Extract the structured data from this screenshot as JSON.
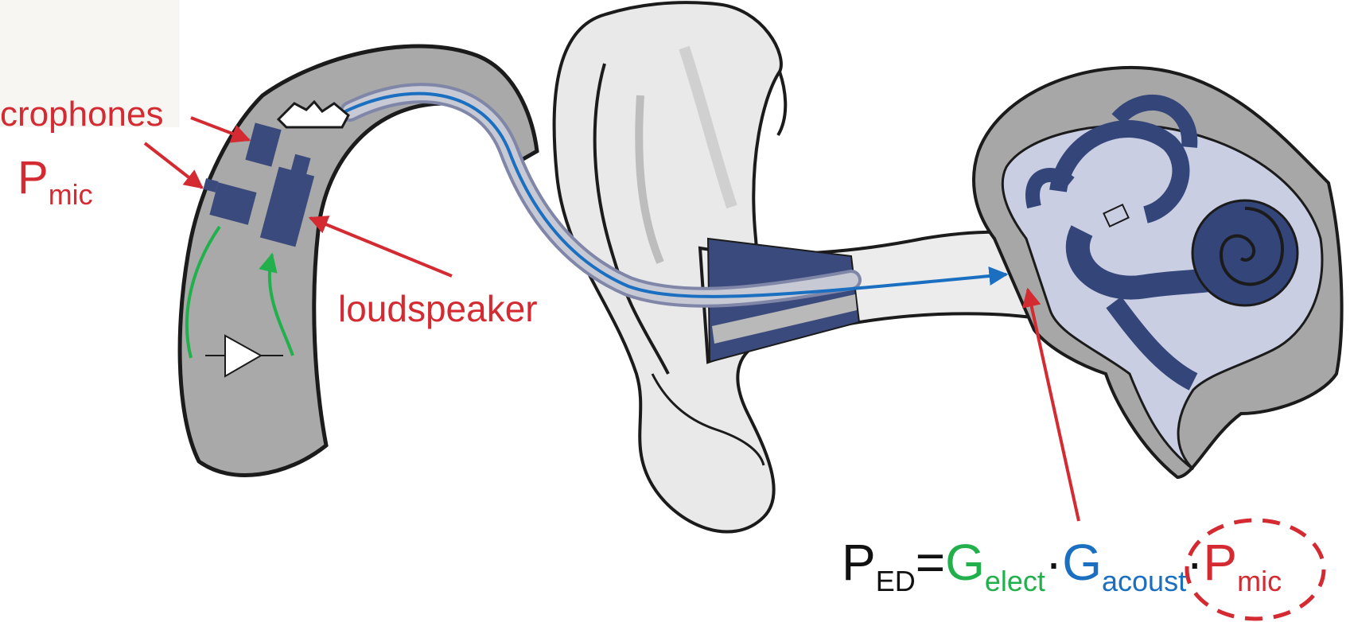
{
  "labels": {
    "microphones": "crophones",
    "p_mic_main": "P",
    "p_mic_sub": "mic",
    "loudspeaker": "loudspeaker"
  },
  "formula": {
    "p": "P",
    "p_sub": "ED",
    "equals": "=",
    "g1": "G",
    "g1_sub": "elect",
    "dot1": "·",
    "g2": "G",
    "g2_sub": "acoust",
    "dot2": "·",
    "p2": "P",
    "p2_sub": "mic"
  },
  "colors": {
    "label_red": "#d42a31",
    "elect_green": "#21b04b",
    "acoust_blue": "#1a6fc0",
    "device_gray": "#a9a9a9",
    "component_navy": "#3b4a7c",
    "cochlea_navy": "#34457a",
    "ear_light": "#ececec",
    "inner_ear_lavender": "#c9cee2"
  },
  "icons": [
    "amplifier-triangle-icon"
  ]
}
